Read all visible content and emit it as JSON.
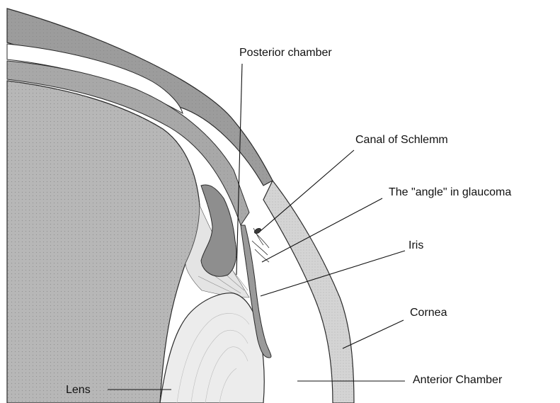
{
  "labels": {
    "posterior_chamber": "Posterior chamber",
    "canal_of_schlemm": "Canal of Schlemm",
    "angle_in_glaucoma": "The \"angle\" in glaucoma",
    "iris": "Iris",
    "cornea": "Cornea",
    "anterior_chamber": "Anterior Chamber",
    "lens": "Lens"
  },
  "colors": {
    "sclera": "#9c9c9c",
    "ciliary_body": "#a6a6a6",
    "vitreous": "#b5b5b5",
    "cornea": "#d4d4d4",
    "lens": "#ececec",
    "iris": "#9a9a9a",
    "outline": "#2a2a2a"
  }
}
